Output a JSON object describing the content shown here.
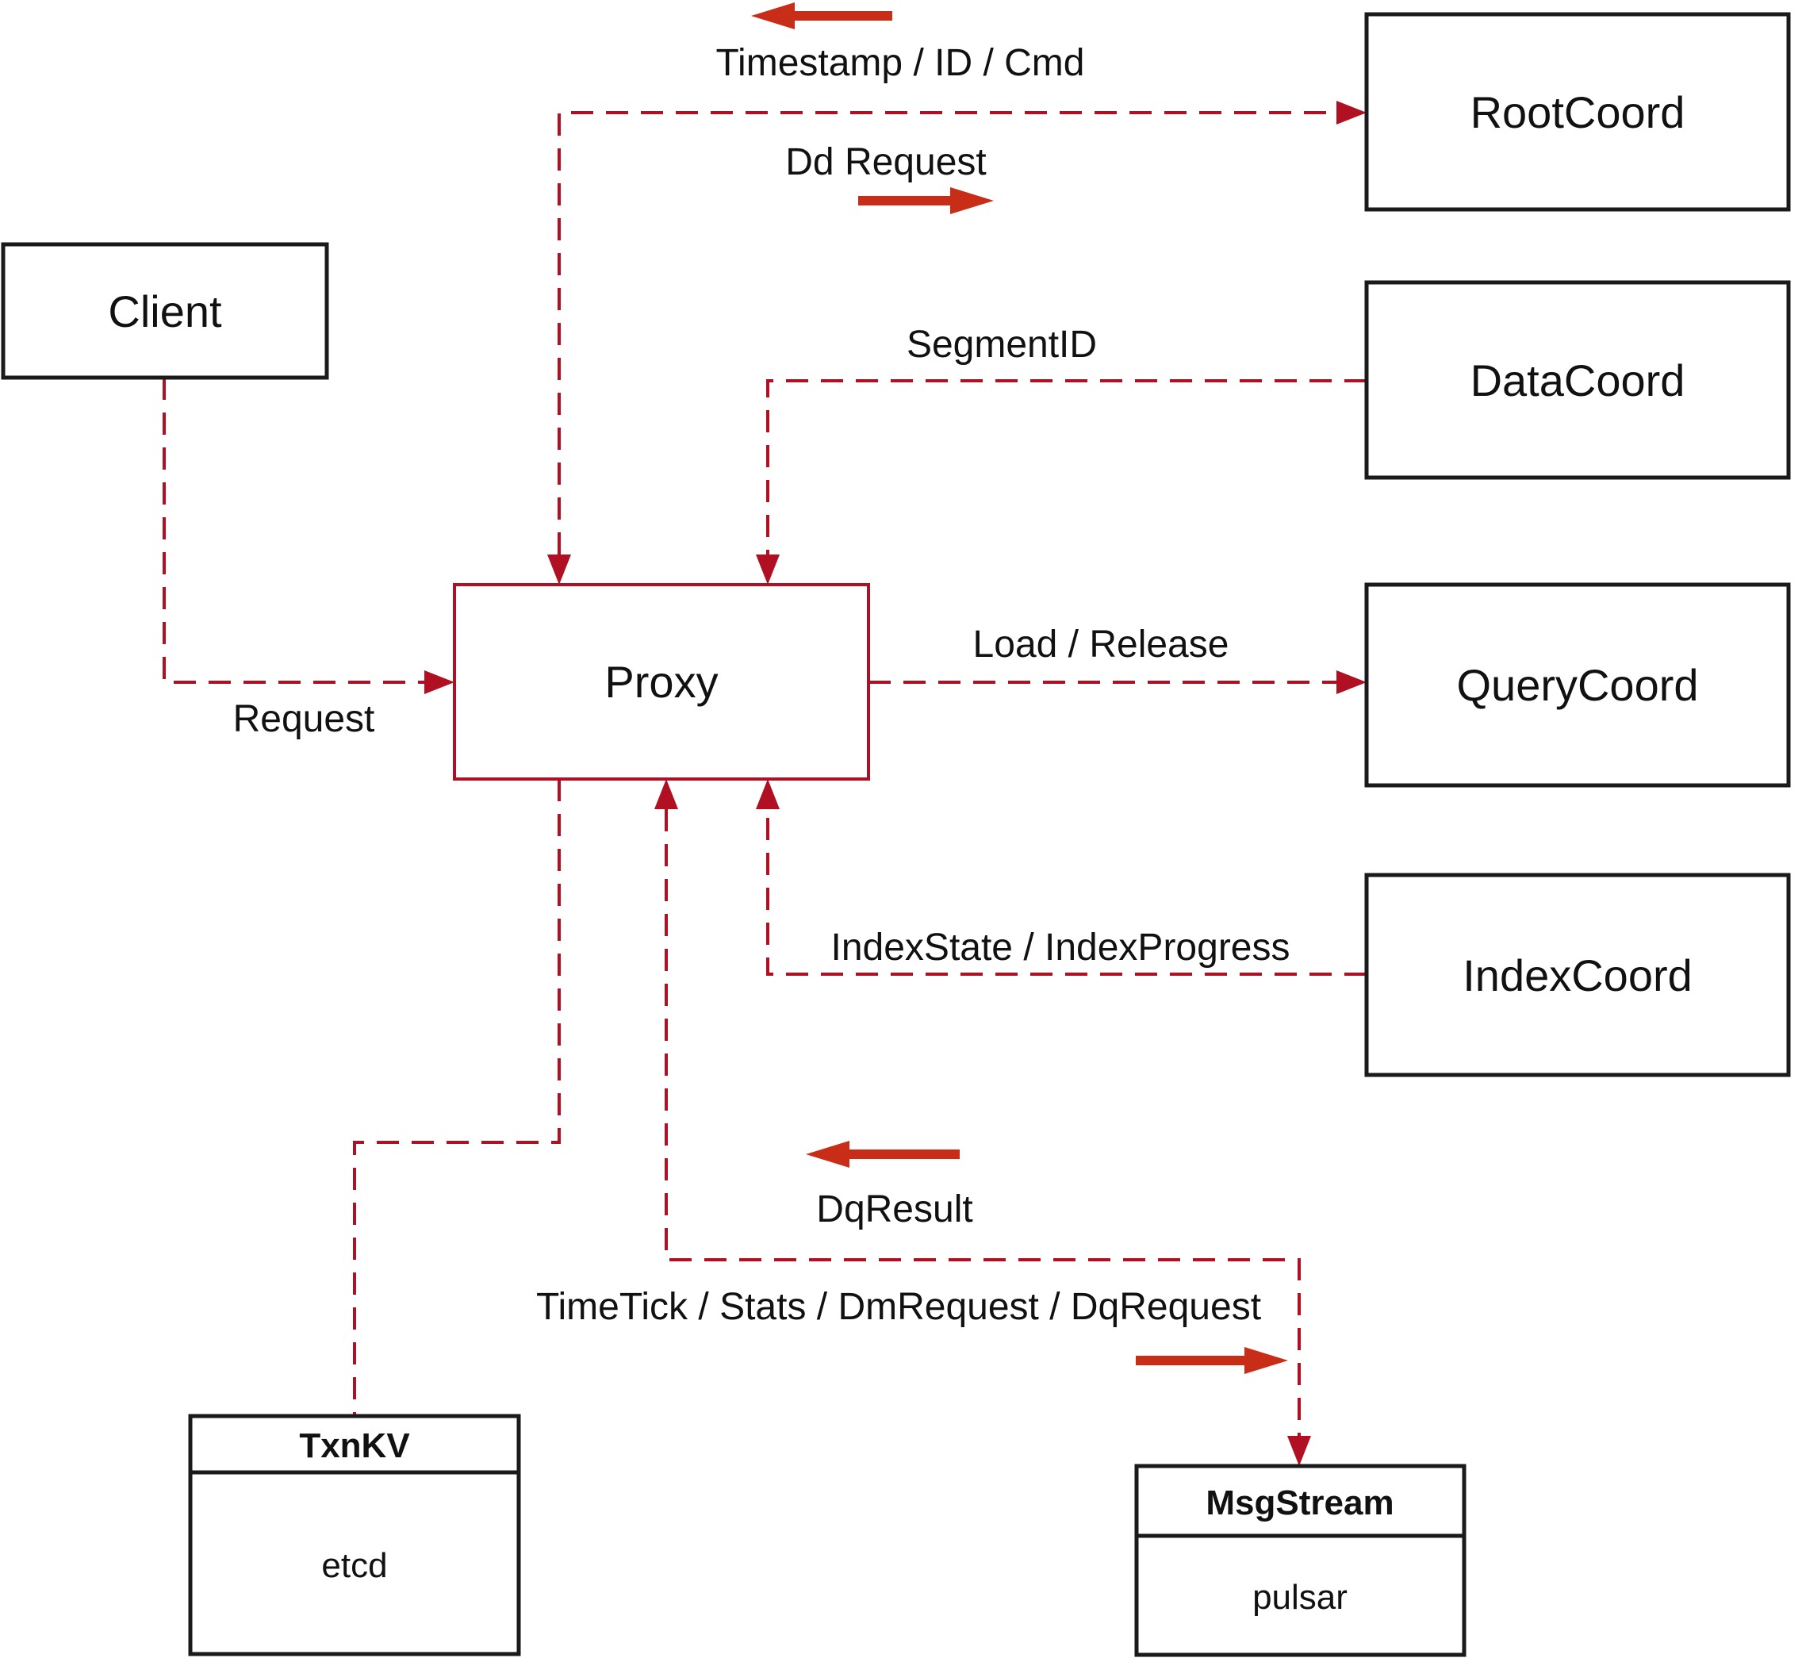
{
  "nodes": {
    "client": {
      "label": "Client"
    },
    "proxy": {
      "label": "Proxy"
    },
    "root_coord": {
      "label": "RootCoord"
    },
    "data_coord": {
      "label": "DataCoord"
    },
    "query_coord": {
      "label": "QueryCoord"
    },
    "index_coord": {
      "label": "IndexCoord"
    },
    "txn_kv": {
      "title": "TxnKV",
      "subtitle": "etcd"
    },
    "msg_stream": {
      "title": "MsgStream",
      "subtitle": "pulsar"
    }
  },
  "edge_labels": {
    "timestamp": "Timestamp / ID / Cmd",
    "dd_request": "Dd Request",
    "segment_id": "SegmentID",
    "request": "Request",
    "load_release": "Load / Release",
    "index_state": "IndexState / IndexProgress",
    "dq_result": "DqResult",
    "time_tick": "TimeTick / Stats / DmRequest / DqRequest"
  },
  "colors": {
    "line_red": "#b01022",
    "arrow_red": "#c72d17",
    "box_black": "#1a1a1a",
    "text_black": "#111111",
    "background": "#ffffff"
  }
}
